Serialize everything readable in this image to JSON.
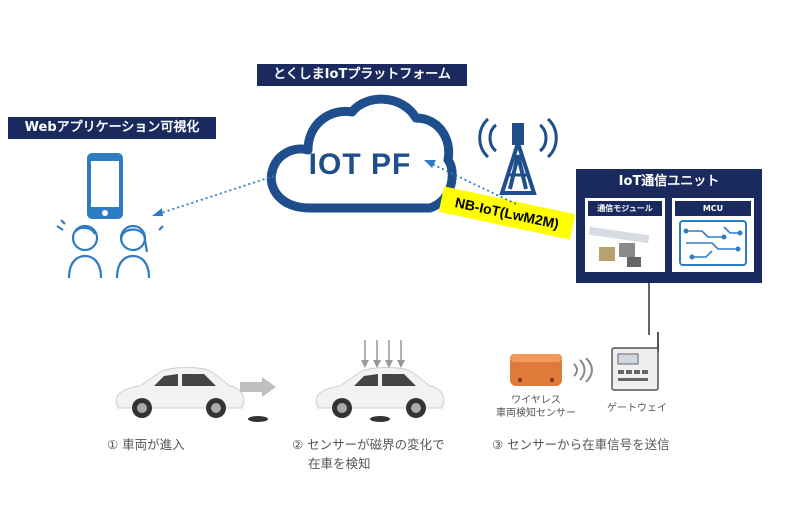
{
  "platform": {
    "title": "とくしまIoTプラットフォーム",
    "cloud_label": "IOT PF"
  },
  "web": {
    "title": "Webアプリケーション可視化"
  },
  "network": {
    "label": "NB-IoT(LwM2M)"
  },
  "unit": {
    "title": "IoT通信ユニット",
    "modules": [
      {
        "label": "通信モジュール"
      },
      {
        "label": "MCU"
      }
    ]
  },
  "devices": {
    "sensor_caption_line1": "ワイヤレス",
    "sensor_caption_line2": "車両検知センサー",
    "gateway_caption": "ゲートウェイ"
  },
  "steps": {
    "step1": "① 車両が進入",
    "step2_line1": "② センサーが磁界の変化で",
    "step2_line2": "在車を検知",
    "step3": "③ センサーから在車信号を送信"
  },
  "colors": {
    "navy": "#1a2a5e",
    "cloud_blue": "#1e4e8c",
    "highlight_yellow": "#ffff00",
    "icon_blue": "#2e7cc4",
    "sensor_orange": "#e07a3a"
  },
  "icons": [
    "cloud-icon",
    "cell-tower-icon",
    "smartphone-icon",
    "people-icon",
    "car-icon",
    "sensor-icon",
    "gateway-icon",
    "signal-waves-icon"
  ]
}
